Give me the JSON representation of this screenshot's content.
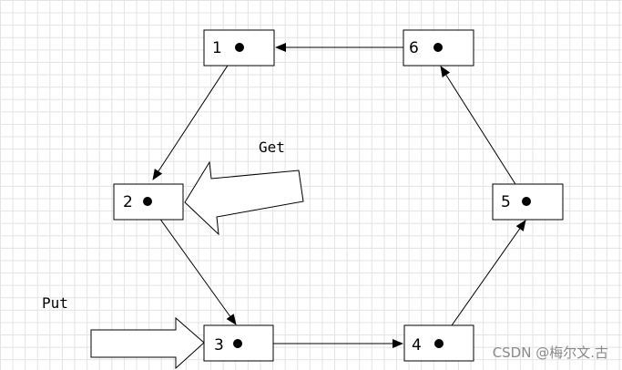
{
  "nodes": [
    {
      "id": "1",
      "label": "1"
    },
    {
      "id": "2",
      "label": "2"
    },
    {
      "id": "3",
      "label": "3"
    },
    {
      "id": "4",
      "label": "4"
    },
    {
      "id": "5",
      "label": "5"
    },
    {
      "id": "6",
      "label": "6"
    }
  ],
  "edges": [
    {
      "from": "1",
      "to": "2"
    },
    {
      "from": "2",
      "to": "3"
    },
    {
      "from": "3",
      "to": "4"
    },
    {
      "from": "4",
      "to": "5"
    },
    {
      "from": "5",
      "to": "6"
    },
    {
      "from": "6",
      "to": "1"
    }
  ],
  "labels": {
    "get": "Get",
    "put": "Put"
  },
  "watermark": "CSDN @梅尔文.古",
  "colors": {
    "grid": "#e3e3e3",
    "stroke": "#000000",
    "watermark": "#8a8a8a"
  }
}
